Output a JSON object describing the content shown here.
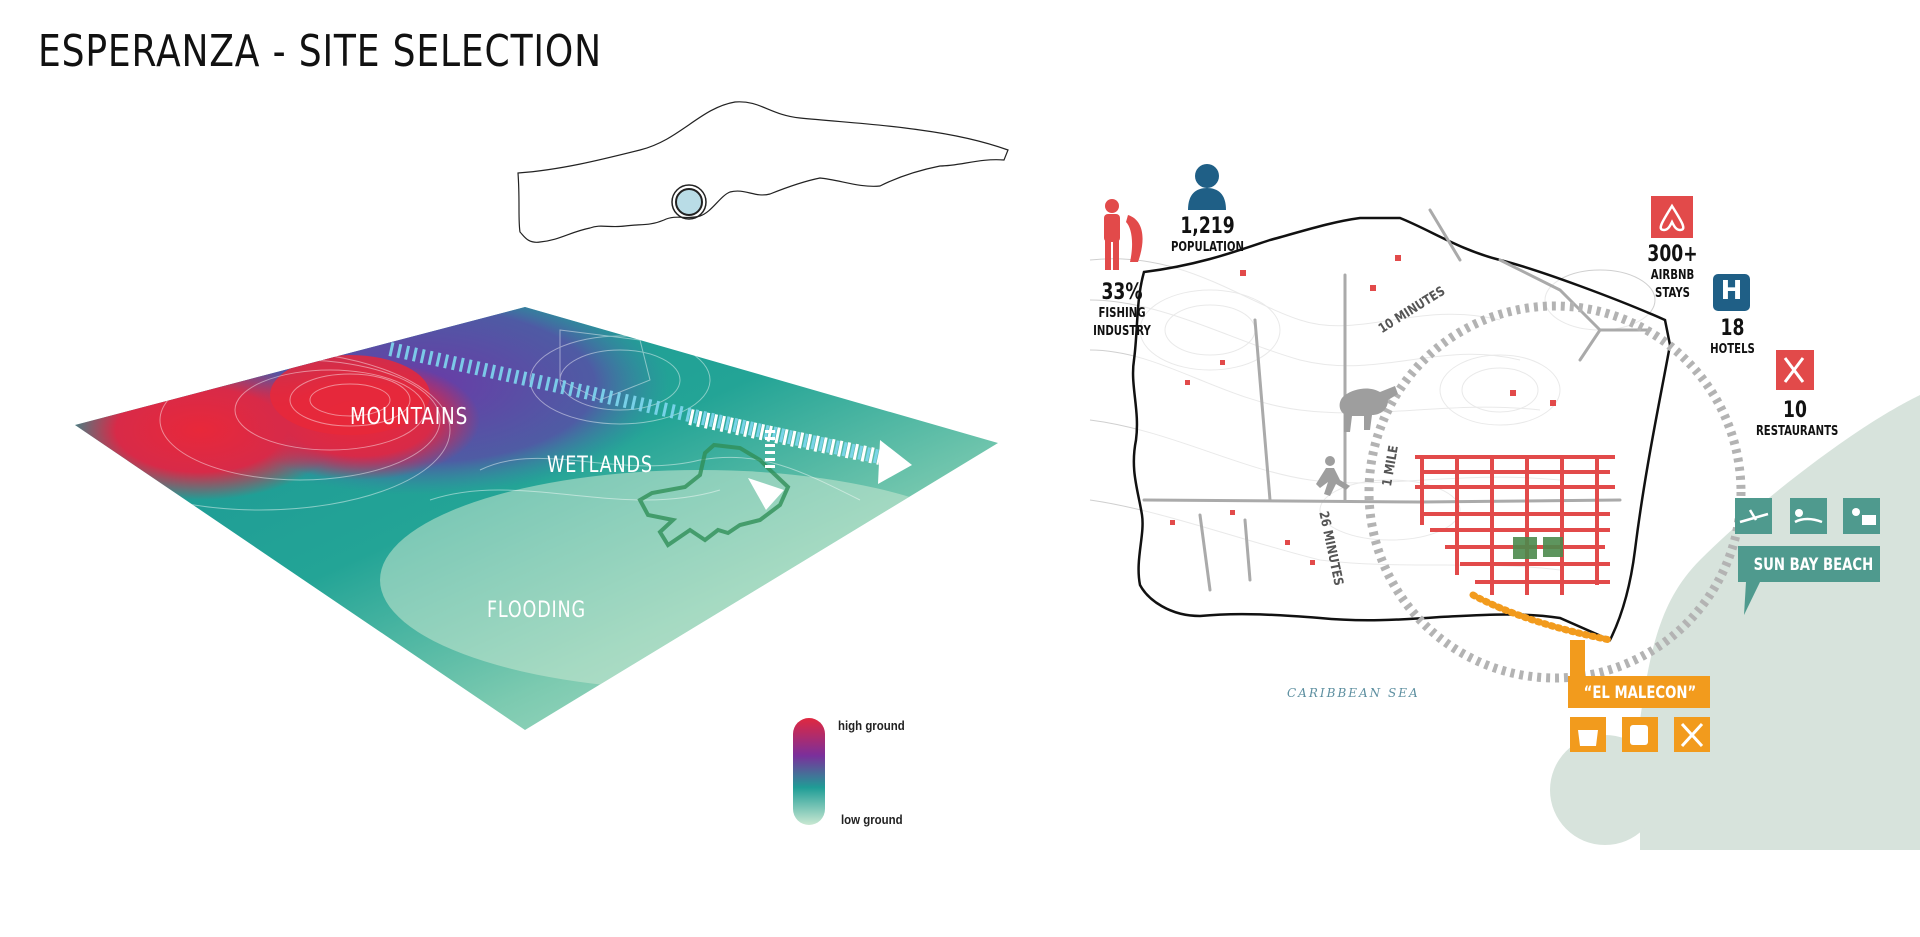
{
  "page": {
    "title": "ESPERANZA - SITE SELECTION"
  },
  "terrain": {
    "labels": {
      "mountains": "MOUNTAINS",
      "wetlands": "WETLANDS",
      "flooding": "FLOODING"
    },
    "legend": {
      "high": "high ground",
      "low": "low ground"
    },
    "colors": {
      "high": "#e0283f",
      "mid": "#7b2f9b",
      "teal": "#1f9d96",
      "low": "#c9e8d2"
    }
  },
  "stats": {
    "population": {
      "value": "1,219",
      "label": "POPULATION",
      "icon": "person-icon"
    },
    "fishing": {
      "value": "33%",
      "label_1": "FISHING",
      "label_2": "INDUSTRY",
      "icon": "fisherman-icon"
    },
    "airbnb": {
      "value": "300+",
      "label_1": "AIRBNB",
      "label_2": "STAYS",
      "icon": "airbnb-icon"
    },
    "hotels": {
      "value": "18",
      "label": "HOTELS",
      "icon": "hotel-icon",
      "glyph": "H"
    },
    "restaurants": {
      "value": "10",
      "label": "RESTAURANTS",
      "icon": "fork-knife-icon"
    }
  },
  "site_map": {
    "sea_label": "CARIBBEAN SEA",
    "distances": {
      "ten_min": "10 MINUTES",
      "twenty_six_min": "26 MINUTES",
      "one_mile": "1 MILE"
    },
    "sun_bay": "SUN BAY BEACH",
    "malecon": "“EL MALECON”",
    "colors": {
      "accent_red": "#e24a4a",
      "accent_orange": "#f29b1d",
      "blue": "#1f5f86",
      "beach": "#4f9a8e",
      "coast": "#d7e3dc"
    }
  }
}
